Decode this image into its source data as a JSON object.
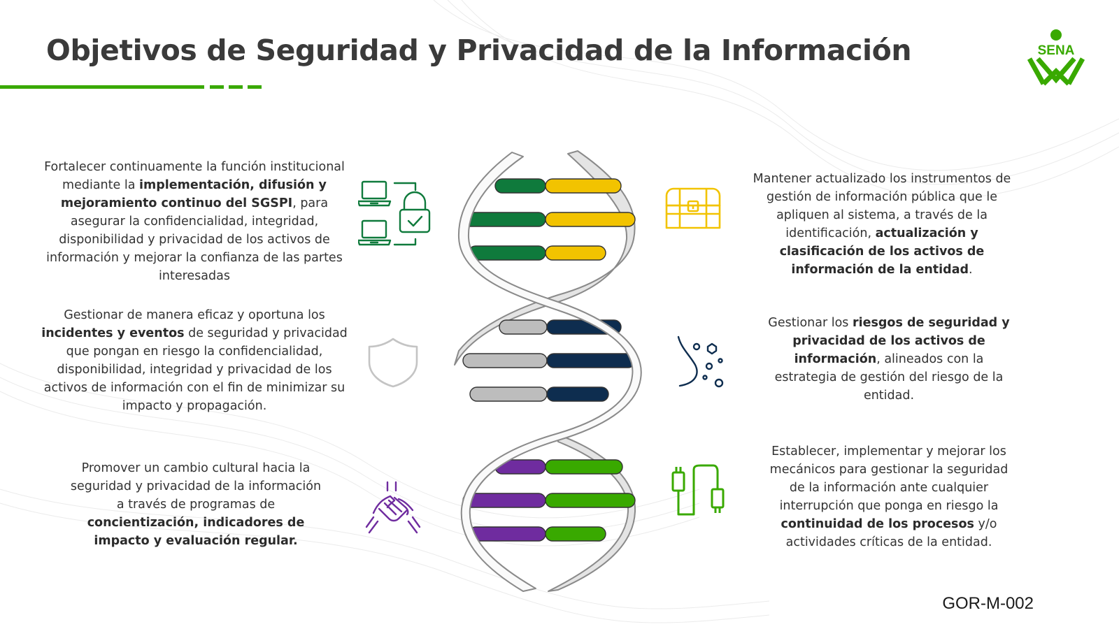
{
  "title": "Objetivos de Seguridad y Privacidad de la Información",
  "logo_text": "SENA",
  "document_code": "GOR-M-002",
  "colors": {
    "brand_green": "#39a900",
    "dark_green": "#0f7a3c",
    "yellow": "#f2c300",
    "navy": "#0e2d4f",
    "gray": "#bdbdbd",
    "purple": "#6f2c9f"
  },
  "objectives": [
    {
      "icon": "laptops-lock-icon",
      "parts": [
        {
          "text": "Fortalecer continuamente la función institucional mediante la ",
          "bold": false
        },
        {
          "text": "implementación, difusión y mejoramiento continuo del SGSPI",
          "bold": true
        },
        {
          "text": ",  para asegurar la confidencialidad, integridad, disponibilidad y privacidad de los activos de información y mejorar la confianza de las partes interesadas",
          "bold": false
        }
      ]
    },
    {
      "icon": "treasure-chest-icon",
      "parts": [
        {
          "text": "Mantener actualizado los instrumentos de gestión de información pública que le apliquen al sistema, a través de la identificación, ",
          "bold": false
        },
        {
          "text": "actualización y clasificación de los activos de información de la entidad",
          "bold": true
        },
        {
          "text": ".",
          "bold": false
        }
      ]
    },
    {
      "icon": "shield-icon",
      "parts": [
        {
          "text": "Gestionar de manera eficaz y oportuna los ",
          "bold": false
        },
        {
          "text": "incidentes y eventos",
          "bold": true
        },
        {
          "text": " de seguridad y privacidad que pongan en riesgo la confidencialidad, disponibilidad, integridad y privacidad de los activos de información con el fin de minimizar su impacto y propagación.",
          "bold": false
        }
      ]
    },
    {
      "icon": "risk-path-icon",
      "parts": [
        {
          "text": "Gestionar los ",
          "bold": false
        },
        {
          "text": "riesgos de seguridad y privacidad de los activos de información",
          "bold": true
        },
        {
          "text": ", alineados con la estrategia de gestión del riesgo de la entidad.",
          "bold": false
        }
      ]
    },
    {
      "icon": "helping-hands-icon",
      "parts": [
        {
          "text": "Promover un cambio cultural hacia la seguridad y privacidad de la información a través de programas de ",
          "bold": false
        },
        {
          "text": "concientización, indicadores de impacto y evaluación regular.",
          "bold": true
        }
      ]
    },
    {
      "icon": "usb-cable-icon",
      "parts": [
        {
          "text": "Establecer, implementar y mejorar los mecánicos para gestionar la seguridad de la información ante cualquier interrupción que ponga en riesgo la ",
          "bold": false
        },
        {
          "text": "continuidad de los procesos",
          "bold": true
        },
        {
          "text": " y/o actividades críticas de la entidad.",
          "bold": false
        }
      ]
    }
  ]
}
